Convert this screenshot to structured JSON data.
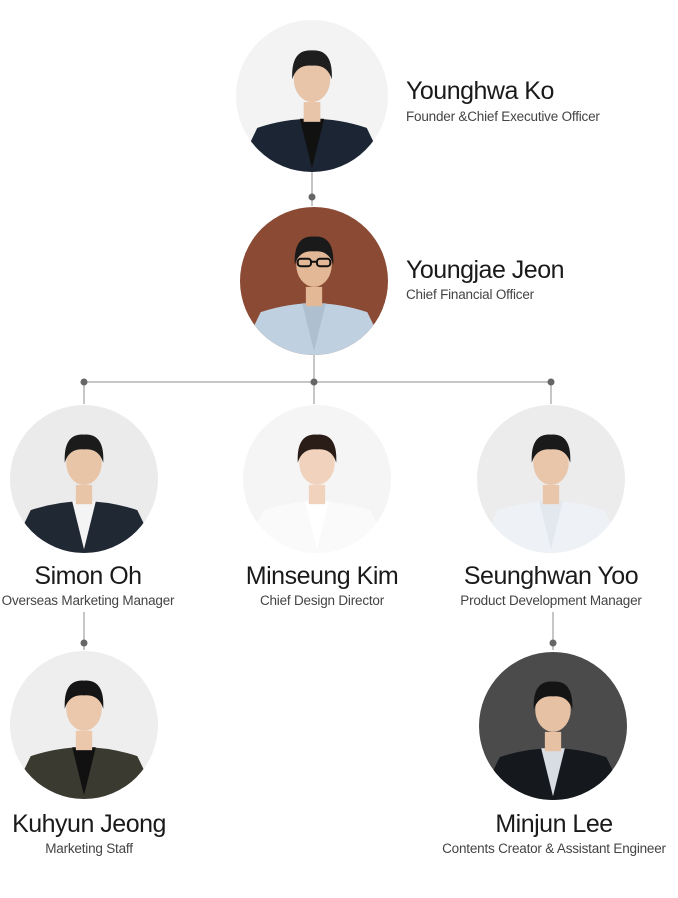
{
  "colors": {
    "connector": "#b3b3b3",
    "dot": "#666666",
    "name": "#1a1a1a",
    "title": "#444444",
    "photo_bg_light": "#f2f2f2",
    "photo_bg_dark": "#4a4a4a"
  },
  "members": [
    {
      "id": "younghwa-ko",
      "name": "Younghwa Ko",
      "title": "Founder &Chief Executive Officer",
      "photo": {
        "bg": "#f3f3f3",
        "skin": "#e8c4a8",
        "hair": "#1e1e1e",
        "top": "#1c2533",
        "inner": "#111111",
        "glasses": false
      }
    },
    {
      "id": "youngjae-jeon",
      "name": "Youngjae Jeon",
      "title": "Chief Financial Officer",
      "photo": {
        "bg": "#8a4a34",
        "skin": "#e2b896",
        "hair": "#1a1a1a",
        "top": "#bfd0e0",
        "inner": "#aebfd0",
        "glasses": true
      }
    },
    {
      "id": "simon-oh",
      "name": "Simon Oh",
      "title": "Overseas Marketing Manager",
      "photo": {
        "bg": "#ebebeb",
        "skin": "#e9c5a8",
        "hair": "#1b1b1b",
        "top": "#202833",
        "inner": "#f4f4f4",
        "glasses": false
      }
    },
    {
      "id": "minseung-kim",
      "name": "Minseung Kim",
      "title": "Chief Design Director",
      "photo": {
        "bg": "#f5f5f5",
        "skin": "#f0d2bd",
        "hair": "#2a1d17",
        "top": "#fafafa",
        "inner": "#ffffff",
        "glasses": false
      }
    },
    {
      "id": "seunghwan-yoo",
      "name": "Seunghwan Yoo",
      "title": "Product Development Manager",
      "photo": {
        "bg": "#ececec",
        "skin": "#e9c5a9",
        "hair": "#1a1a1a",
        "top": "#eef1f5",
        "inner": "#e3e7ee",
        "glasses": false
      }
    },
    {
      "id": "kuhyun-jeong",
      "name": "Kuhyun Jeong",
      "title": "Marketing Staff",
      "photo": {
        "bg": "#eeeeee",
        "skin": "#ebc7ab",
        "hair": "#151515",
        "top": "#3b3a30",
        "inner": "#111111",
        "glasses": false
      }
    },
    {
      "id": "minjun-lee",
      "name": "Minjun Lee",
      "title": "Contents Creator & Assistant Engineer",
      "photo": {
        "bg": "#4b4b4b",
        "skin": "#e6c1a4",
        "hair": "#141414",
        "top": "#15181d",
        "inner": "#d8dde3",
        "glasses": false
      }
    }
  ]
}
